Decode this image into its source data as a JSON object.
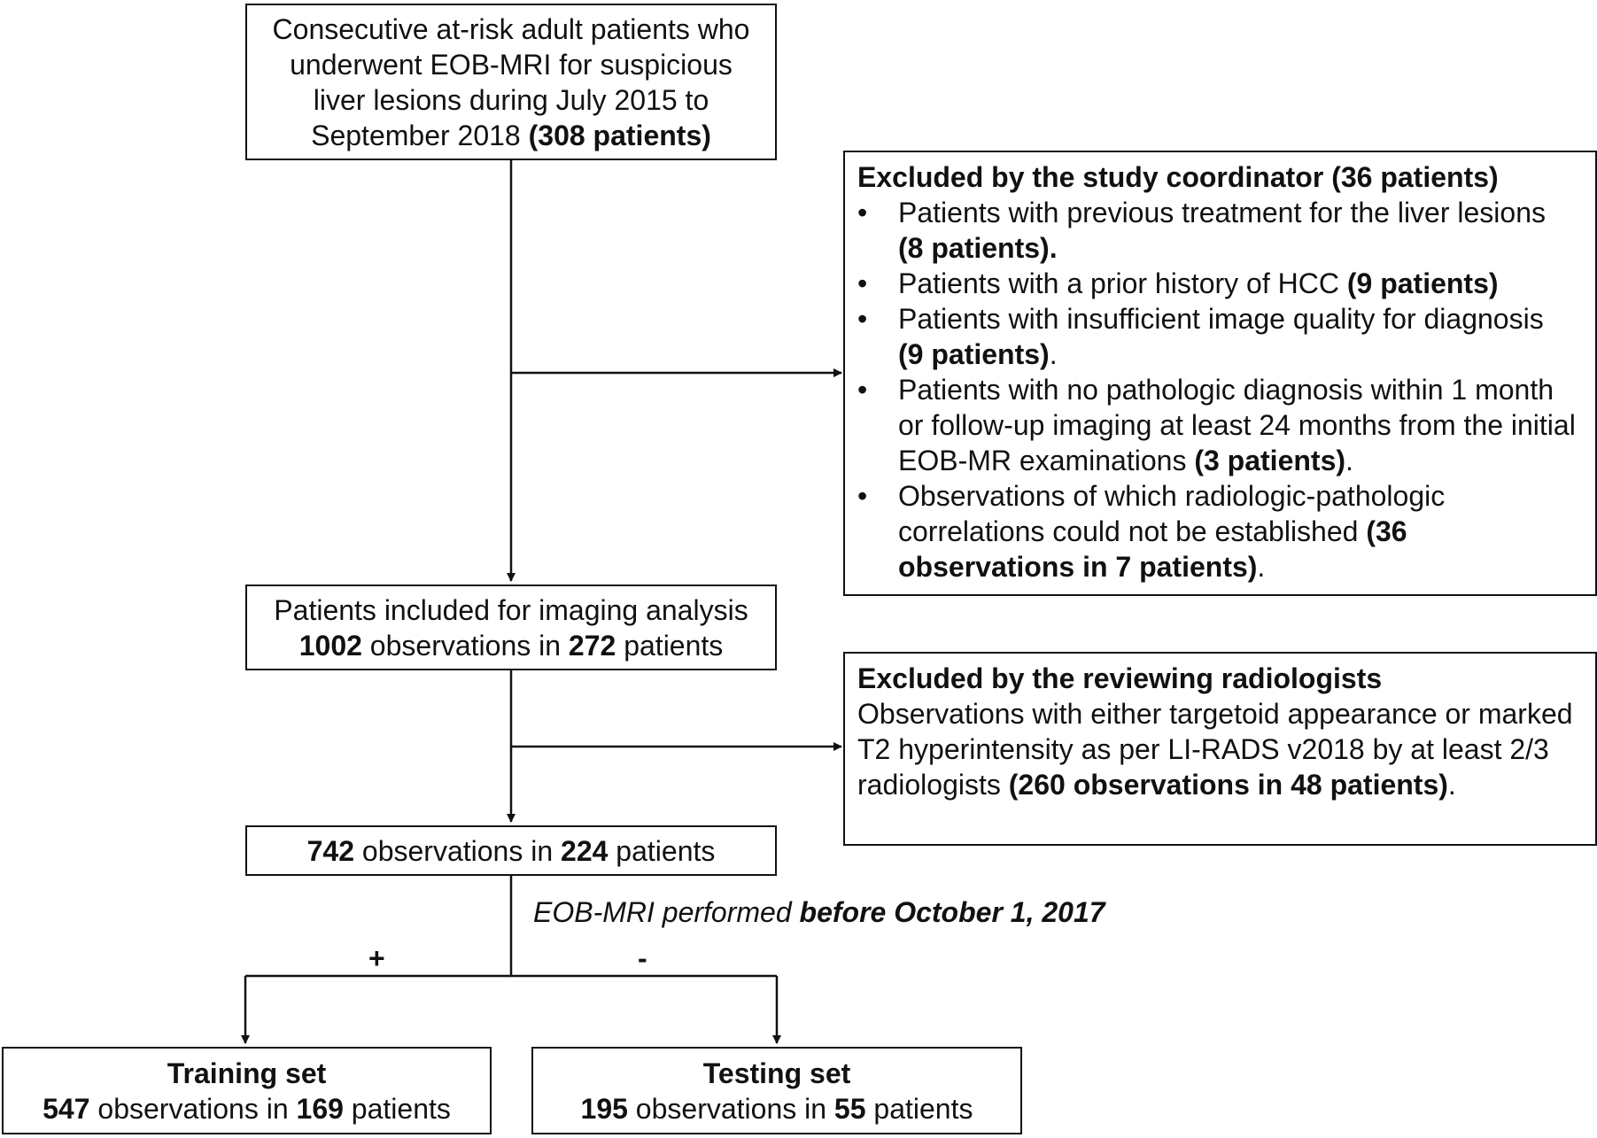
{
  "start": {
    "line1": "Consecutive at-risk adult patients who",
    "line2": "underwent EOB-MRI for suspicious",
    "line3": "liver lesions during July 2015 to",
    "line4_pre": "September 2018",
    "line4_bold": "(308 patients)"
  },
  "exclusion1": {
    "heading": "Excluded by the study coordinator (36 patients)",
    "items": [
      {
        "text": "Patients with previous treatment for the liver lesions",
        "bold": "(8 patients).",
        "after": ""
      },
      {
        "text": "Patients with a prior history of HCC",
        "bold": "(9 patients)",
        "after": ""
      },
      {
        "text": "Patients with insufficient image quality for diagnosis",
        "bold": "(9 patients)",
        "after": "."
      },
      {
        "text": "Patients with no pathologic diagnosis within 1 month or follow-up imaging at least 24 months from the initial EOB-MR examinations",
        "bold": "(3 patients)",
        "after": "."
      },
      {
        "text": "Observations of which radiologic-pathologic correlations could not be established",
        "bold": "(36 observations in 7 patients)",
        "after": "."
      }
    ]
  },
  "included": {
    "line1": "Patients included for imaging analysis",
    "obs": "1002",
    "mid": "observations in",
    "pts": "272",
    "tail": "patients"
  },
  "exclusion2": {
    "heading": "Excluded by the reviewing radiologists",
    "text": "Observations with either targetoid appearance or marked T2 hyperintensity as per LI-RADS v2018 by at least 2/3 radiologists",
    "bold": "(260 observations in 48 patients)",
    "after": "."
  },
  "remaining": {
    "obs": "742",
    "mid": "observations in",
    "pts": "224",
    "tail": "patients"
  },
  "split": {
    "criterion_italic": "EOB-MRI performed",
    "criterion_bold": "before October 1, 2017",
    "plus": "+",
    "minus": "-"
  },
  "training": {
    "title": "Training set",
    "obs": "547",
    "mid": "observations in",
    "pts": "169",
    "tail": "patients"
  },
  "testing": {
    "title": "Testing set",
    "obs": "195",
    "mid": "observations in",
    "pts": "55",
    "tail": "patients"
  },
  "colors": {
    "line": "#111111",
    "background": "#ffffff"
  }
}
